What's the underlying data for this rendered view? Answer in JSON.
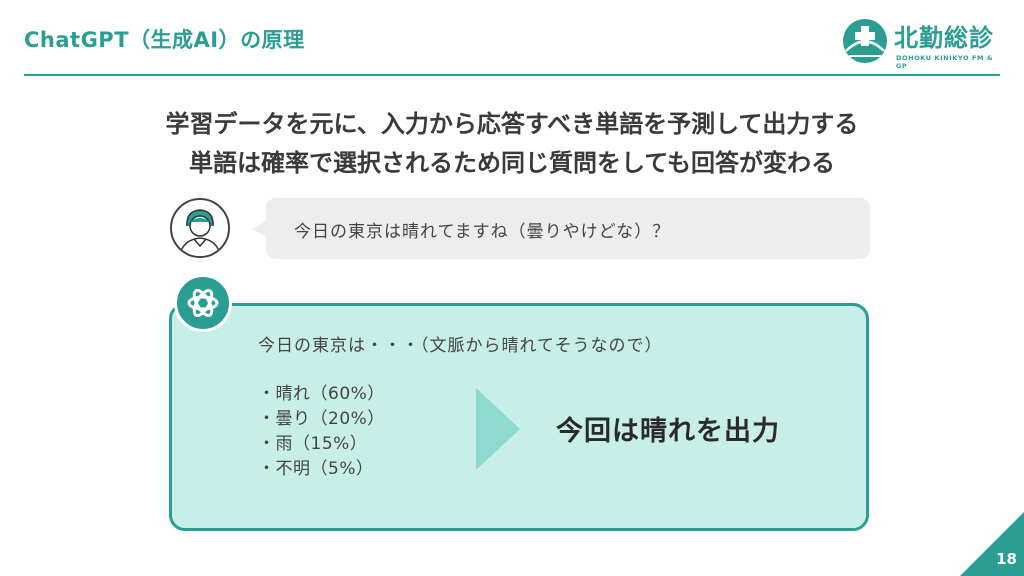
{
  "header": {
    "title": "ChatGPT（生成AI）の原理"
  },
  "logo": {
    "name": "北勤総診",
    "subtitle": "DOHOKU KINIKYO FM & GP"
  },
  "headline": {
    "line1": "学習データを元に、入力から応答すべき単語を予測して出力する",
    "line2": "単語は確率で選択されるため同じ質問をしても回答が変わる"
  },
  "user_message": {
    "text": "今日の東京は晴れてますね（曇りやけどな）？"
  },
  "answer": {
    "context": "今日の東京は・・・（文脈から晴れてそうなので）",
    "candidates": [
      "・晴れ（60%）",
      "・曇り（20%）",
      "・雨（15%）",
      "・不明（5%）"
    ],
    "candidate_probabilities": [
      60,
      20,
      15,
      5
    ],
    "result": "今回は晴れを出力"
  },
  "page": {
    "number": "18"
  },
  "colors": {
    "accent": "#2b9e93",
    "light_fill": "#c7efe8",
    "bubble_gray": "#ededed"
  },
  "icons": [
    "user-avatar-icon",
    "chatgpt-icon",
    "logo-cross-icon",
    "arrow-right-icon"
  ]
}
